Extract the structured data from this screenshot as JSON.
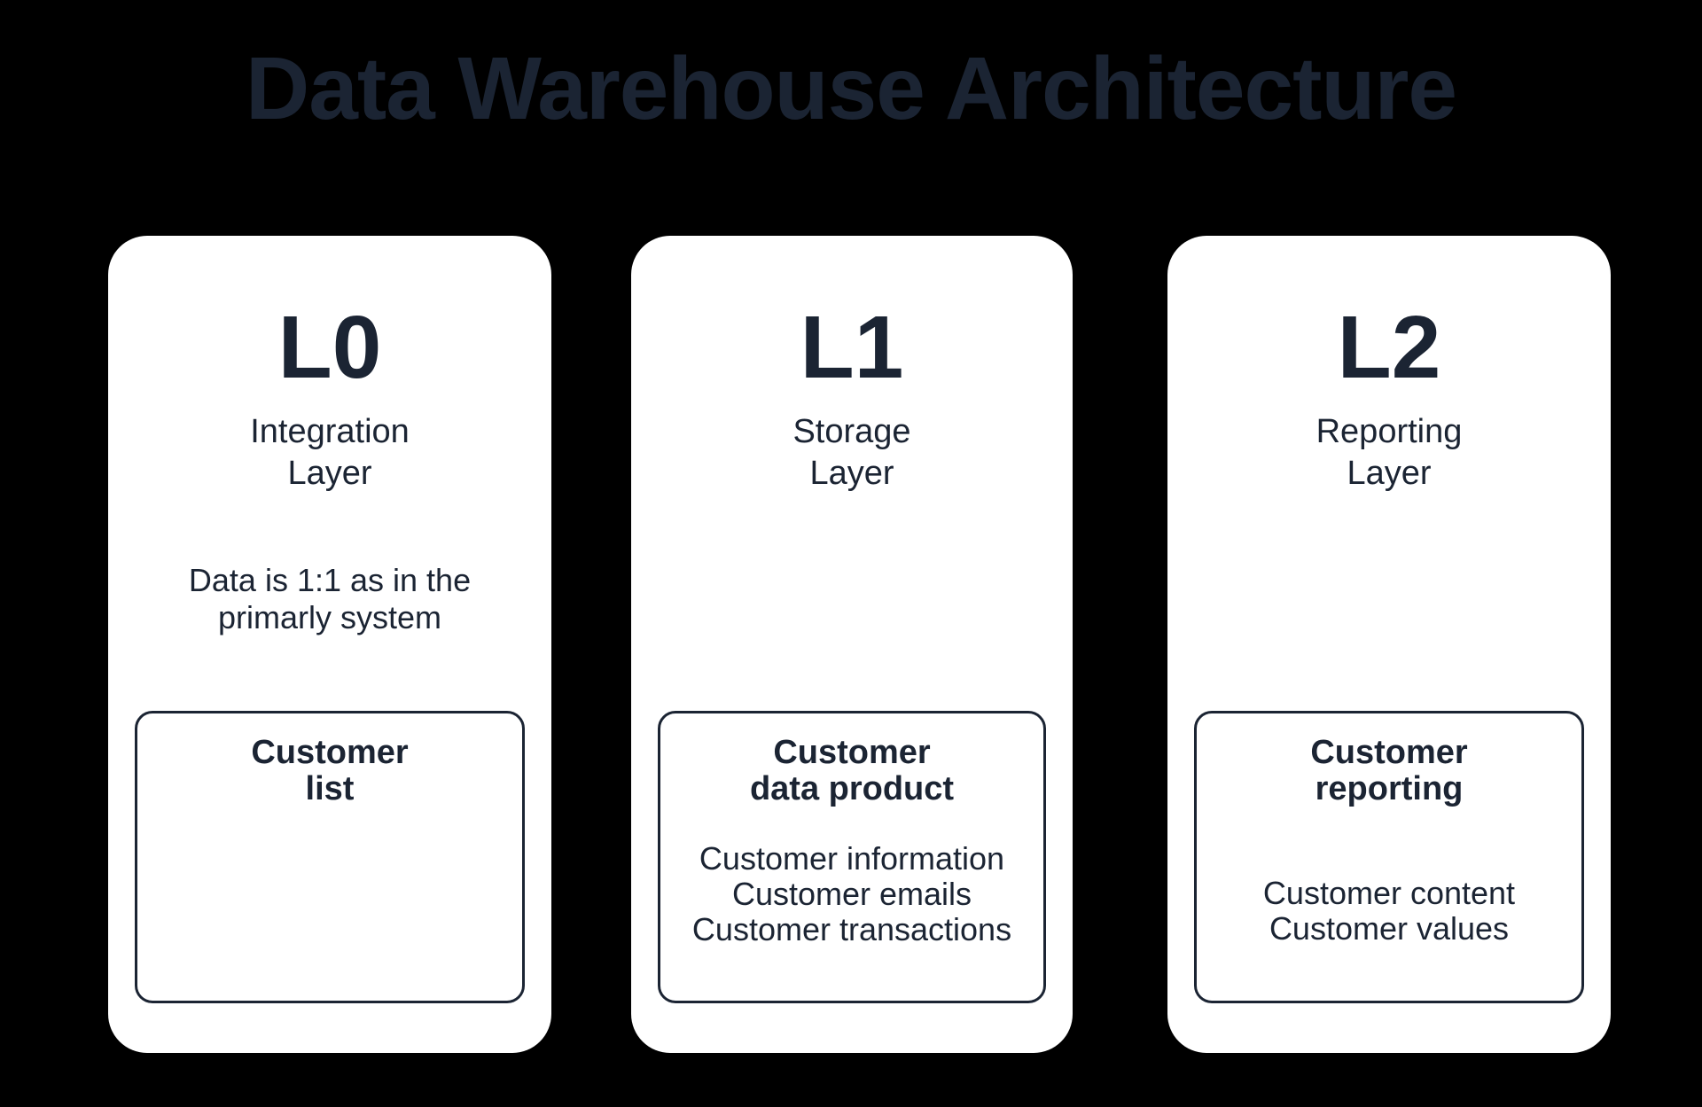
{
  "title": "Data Warehouse Architecture",
  "colors": {
    "background": "#000000",
    "card_background": "#ffffff",
    "text": "#1b2433",
    "box_border": "#1b2433"
  },
  "cards": [
    {
      "level": "L0",
      "layer_name": "Integration\nLayer",
      "description": "Data is 1:1 as in the\nprimarly system",
      "box": {
        "heading": "Customer\nlist",
        "items": []
      }
    },
    {
      "level": "L1",
      "layer_name": "Storage\nLayer",
      "description": "",
      "box": {
        "heading": "Customer\ndata product",
        "items": [
          "Customer information",
          "Customer emails",
          "Customer transactions"
        ]
      }
    },
    {
      "level": "L2",
      "layer_name": "Reporting\nLayer",
      "description": "",
      "box": {
        "heading": "Customer\nreporting",
        "items": [
          "Customer content",
          "Customer values"
        ]
      }
    }
  ]
}
